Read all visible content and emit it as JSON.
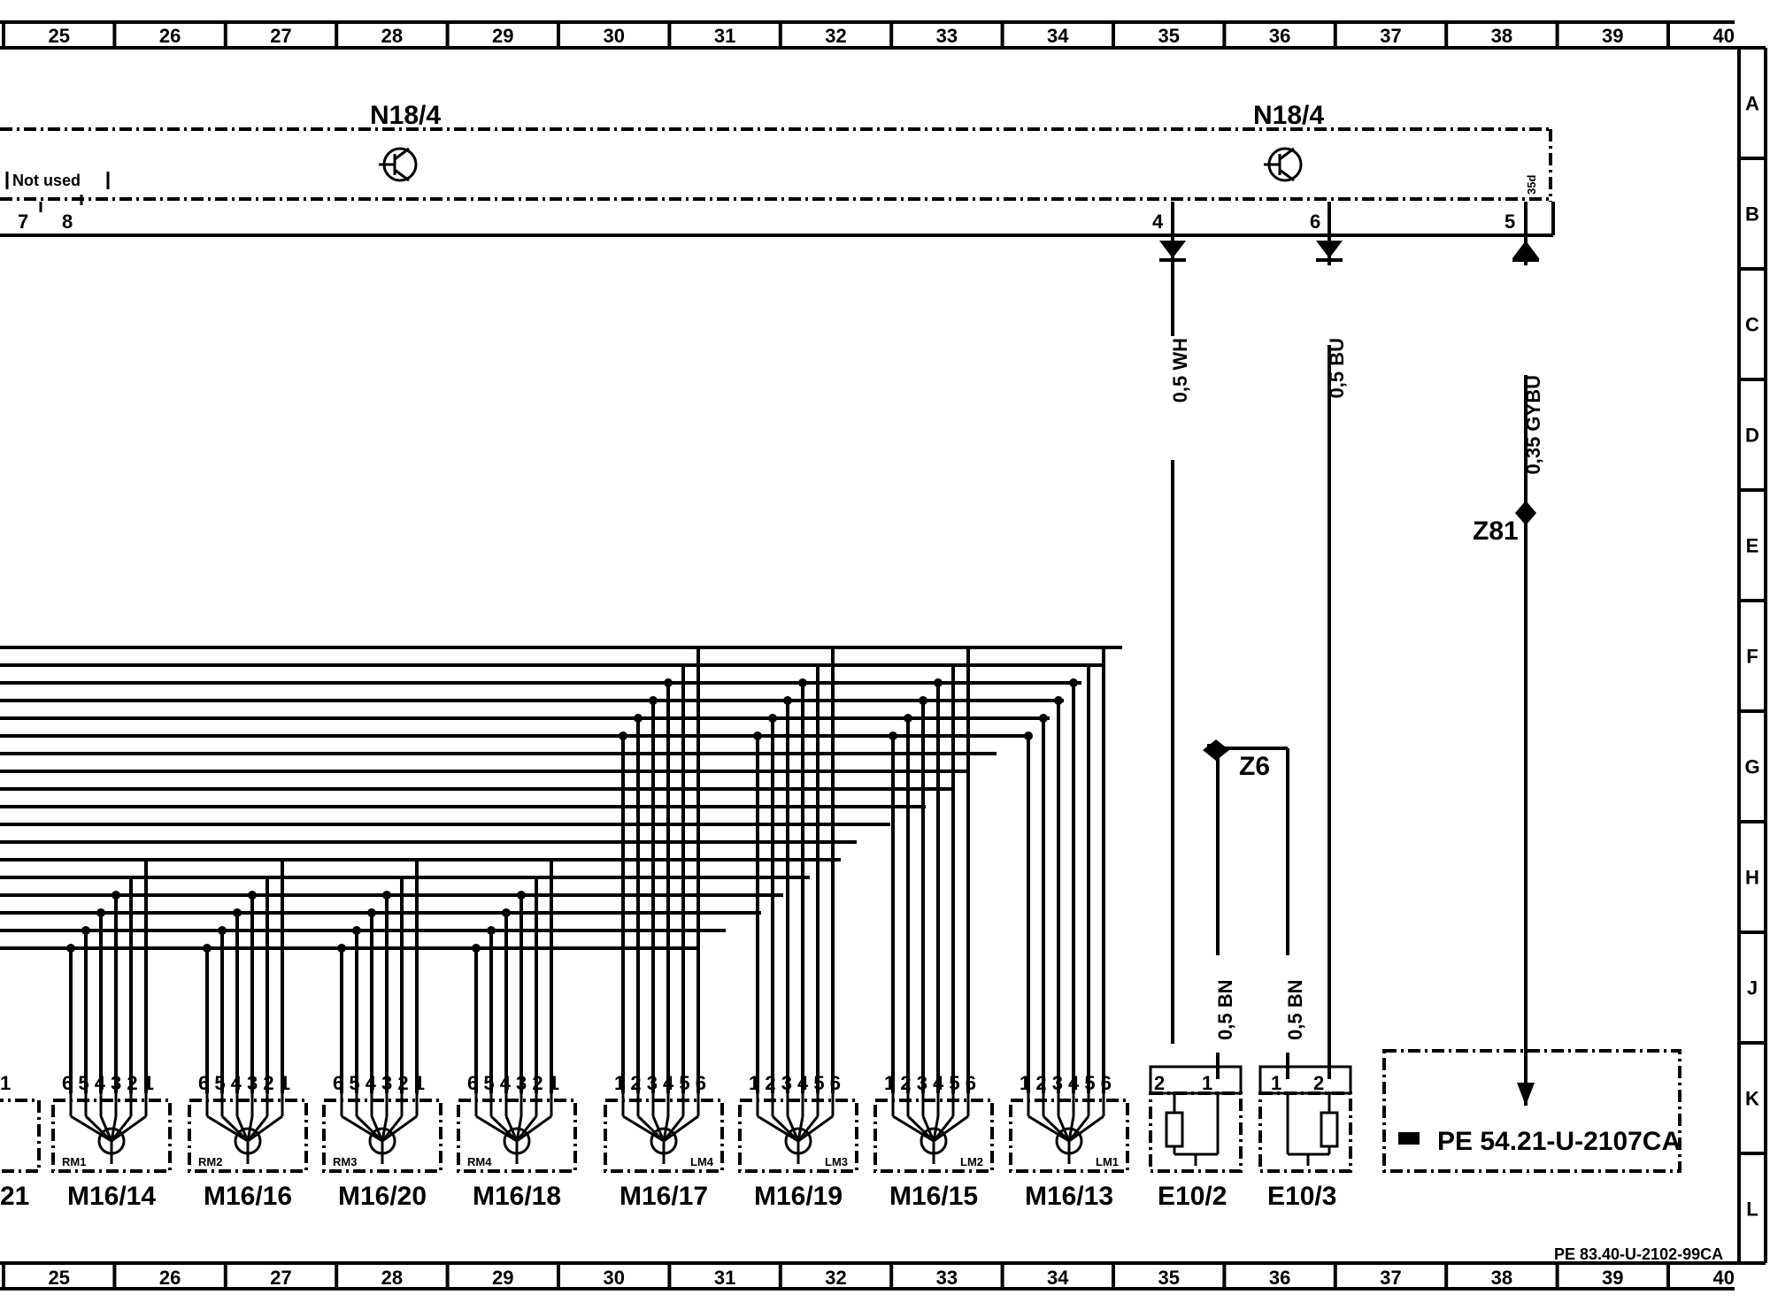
{
  "grid": {
    "columns": [
      "25",
      "26",
      "27",
      "28",
      "29",
      "30",
      "31",
      "32",
      "33",
      "34",
      "35",
      "36",
      "37",
      "38",
      "39",
      "40"
    ],
    "rows": [
      "A",
      "B",
      "C",
      "D",
      "E",
      "F",
      "G",
      "H",
      "J",
      "K",
      "L"
    ]
  },
  "module": {
    "label_left": "N18/4",
    "label_right": "N18/4",
    "not_used": "Not used",
    "pins_left": [
      "7",
      "8"
    ],
    "pin_4": "4",
    "pin_6": "6",
    "pin_5": "5",
    "pin_5_tag": "35d"
  },
  "wires": {
    "wire_4": "0,5 WH",
    "wire_6": "0,5 BU",
    "wire_5": "0,35 GYBU",
    "e10_2_wire": "0,5 BN",
    "e10_3_wire": "0,5 BN"
  },
  "splices": {
    "z81": "Z81",
    "z6": "Z6"
  },
  "components": {
    "partial_left": "21",
    "partial_left_pin": "1",
    "motors": [
      {
        "name": "M16/14",
        "pins": "6 5 4 3 2 1",
        "tag": "RM1"
      },
      {
        "name": "M16/16",
        "pins": "6 5 4 3 2 1",
        "tag": "RM2"
      },
      {
        "name": "M16/20",
        "pins": "6 5 4 3 2 1",
        "tag": "RM3"
      },
      {
        "name": "M16/18",
        "pins": "6 5 4 3 2 1",
        "tag": "RM4"
      },
      {
        "name": "M16/17",
        "pins": "1 2 3 4 5 6",
        "tag": "LM4"
      },
      {
        "name": "M16/19",
        "pins": "1 2 3 4 5 6",
        "tag": "LM3"
      },
      {
        "name": "M16/15",
        "pins": "1 2 3 4 5 6",
        "tag": "LM2"
      },
      {
        "name": "M16/13",
        "pins": "1 2 3 4 5 6",
        "tag": "LM1"
      }
    ],
    "e10_2": {
      "name": "E10/2",
      "pin_a": "2",
      "pin_b": "1"
    },
    "e10_3": {
      "name": "E10/3",
      "pin_a": "1",
      "pin_b": "2"
    }
  },
  "reference": {
    "text": "PE 54.21-U-2107CA"
  },
  "footer": {
    "doc_id": "PE 83.40-U-2102-99CA"
  }
}
